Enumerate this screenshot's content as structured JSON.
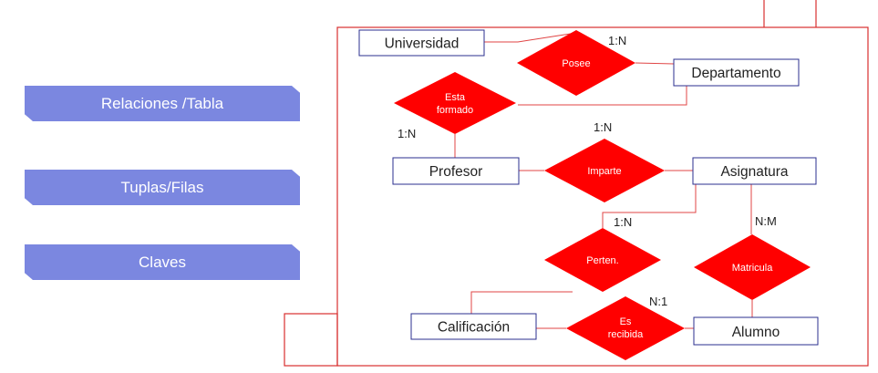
{
  "sidebar": {
    "buttons": [
      {
        "label": "Relaciones /Tabla"
      },
      {
        "label": "Tuplas/Filas"
      },
      {
        "label": "Claves"
      }
    ]
  },
  "diagram": {
    "colors": {
      "relationship": "#ff0000",
      "line": "#e04545",
      "entity_border": "#2b2f8f",
      "frame": "#d83030"
    },
    "entities": {
      "universidad": "Universidad",
      "departamento": "Departamento",
      "profesor": "Profesor",
      "asignatura": "Asignatura",
      "calificacion": "Calificación",
      "alumno": "Alumno"
    },
    "relationships": {
      "posee": [
        "Posee"
      ],
      "esta_formado": [
        "Esta",
        "formado"
      ],
      "imparte": [
        "Imparte"
      ],
      "perten": [
        "Perten."
      ],
      "matricula": [
        "Matricula"
      ],
      "es_recibida": [
        "Es",
        "recibida"
      ]
    },
    "cardinalities": {
      "posee": "1:N",
      "esta_formado": "1:N",
      "imparte": "1:N",
      "perten": "1:N",
      "matricula": "N:M",
      "es_recibida": "N:1"
    }
  }
}
